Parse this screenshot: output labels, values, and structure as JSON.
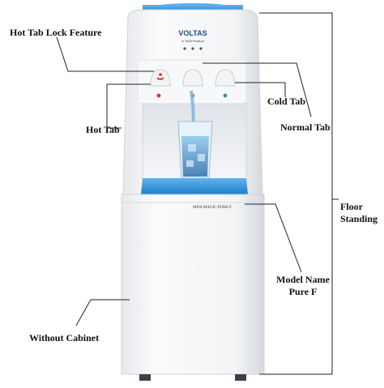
{
  "product": {
    "brand": "VOLTAS",
    "brand_sub": "A TATA Product",
    "model_plate": "MINI MAGIC  PURE-F"
  },
  "labels": {
    "hot_tab_lock": "Hot Tab Lock Feature",
    "hot_tab": "Hot Tab",
    "cold_tab": "Cold Tab",
    "normal_tab": "Normal Tab",
    "floor_standing_1": "Floor",
    "floor_standing_2": "Standing",
    "model_name_1": "Model Name",
    "model_name_2": "Pure F",
    "without_cabinet": "Without Cabinet"
  },
  "colors": {
    "accent_blue": "#2e8fd6",
    "body_white": "#f4f5f7",
    "shadow_gray": "#d9dde2",
    "water_blue": "#6fb3e3"
  }
}
